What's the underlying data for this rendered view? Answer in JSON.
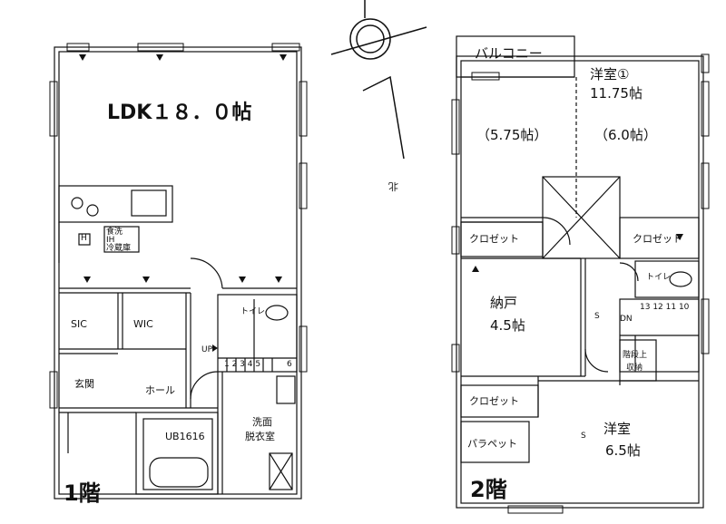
{
  "floors": {
    "first": {
      "title": "1階",
      "rooms": {
        "ldk": "LDK１８．０帖",
        "sic": "SIC",
        "wic": "WIC",
        "entrance": "玄関",
        "hall": "ホール",
        "unit_bath": "UB1616",
        "washroom_1": "洗面",
        "washroom_2": "脱衣室",
        "toilet": "トイレ"
      },
      "notes": {
        "appliances_1": "食洗",
        "appliances_2": "IH",
        "appliances_3": "冷蔵庫",
        "up": "UP",
        "stair_numbers": "1 2 3 4 5",
        "stair_last": "6",
        "h_mark": "H"
      }
    },
    "second": {
      "title": "2階",
      "rooms": {
        "balcony": "バルコニー",
        "western_1": "洋室①",
        "western_1_size": "11.75帖",
        "left_half": "（5.75帖）",
        "right_half": "（6.0帖）",
        "closet_a": "クロゼット",
        "closet_b": "クロゼット",
        "closet_c": "クロゼット",
        "storeroom": "納戸",
        "storeroom_size": "4.5帖",
        "toilet": "トイレ",
        "stair_storage_1": "階段上",
        "stair_storage_2": "収納",
        "parapet": "パラペット",
        "western_2": "洋室",
        "western_2_size": "6.5帖"
      },
      "notes": {
        "dn": "DN",
        "stair_numbers": "13 12 11 10",
        "s_mark_1": "S",
        "s_mark_2": "S"
      }
    }
  },
  "compass": {
    "north_label": "北"
  }
}
